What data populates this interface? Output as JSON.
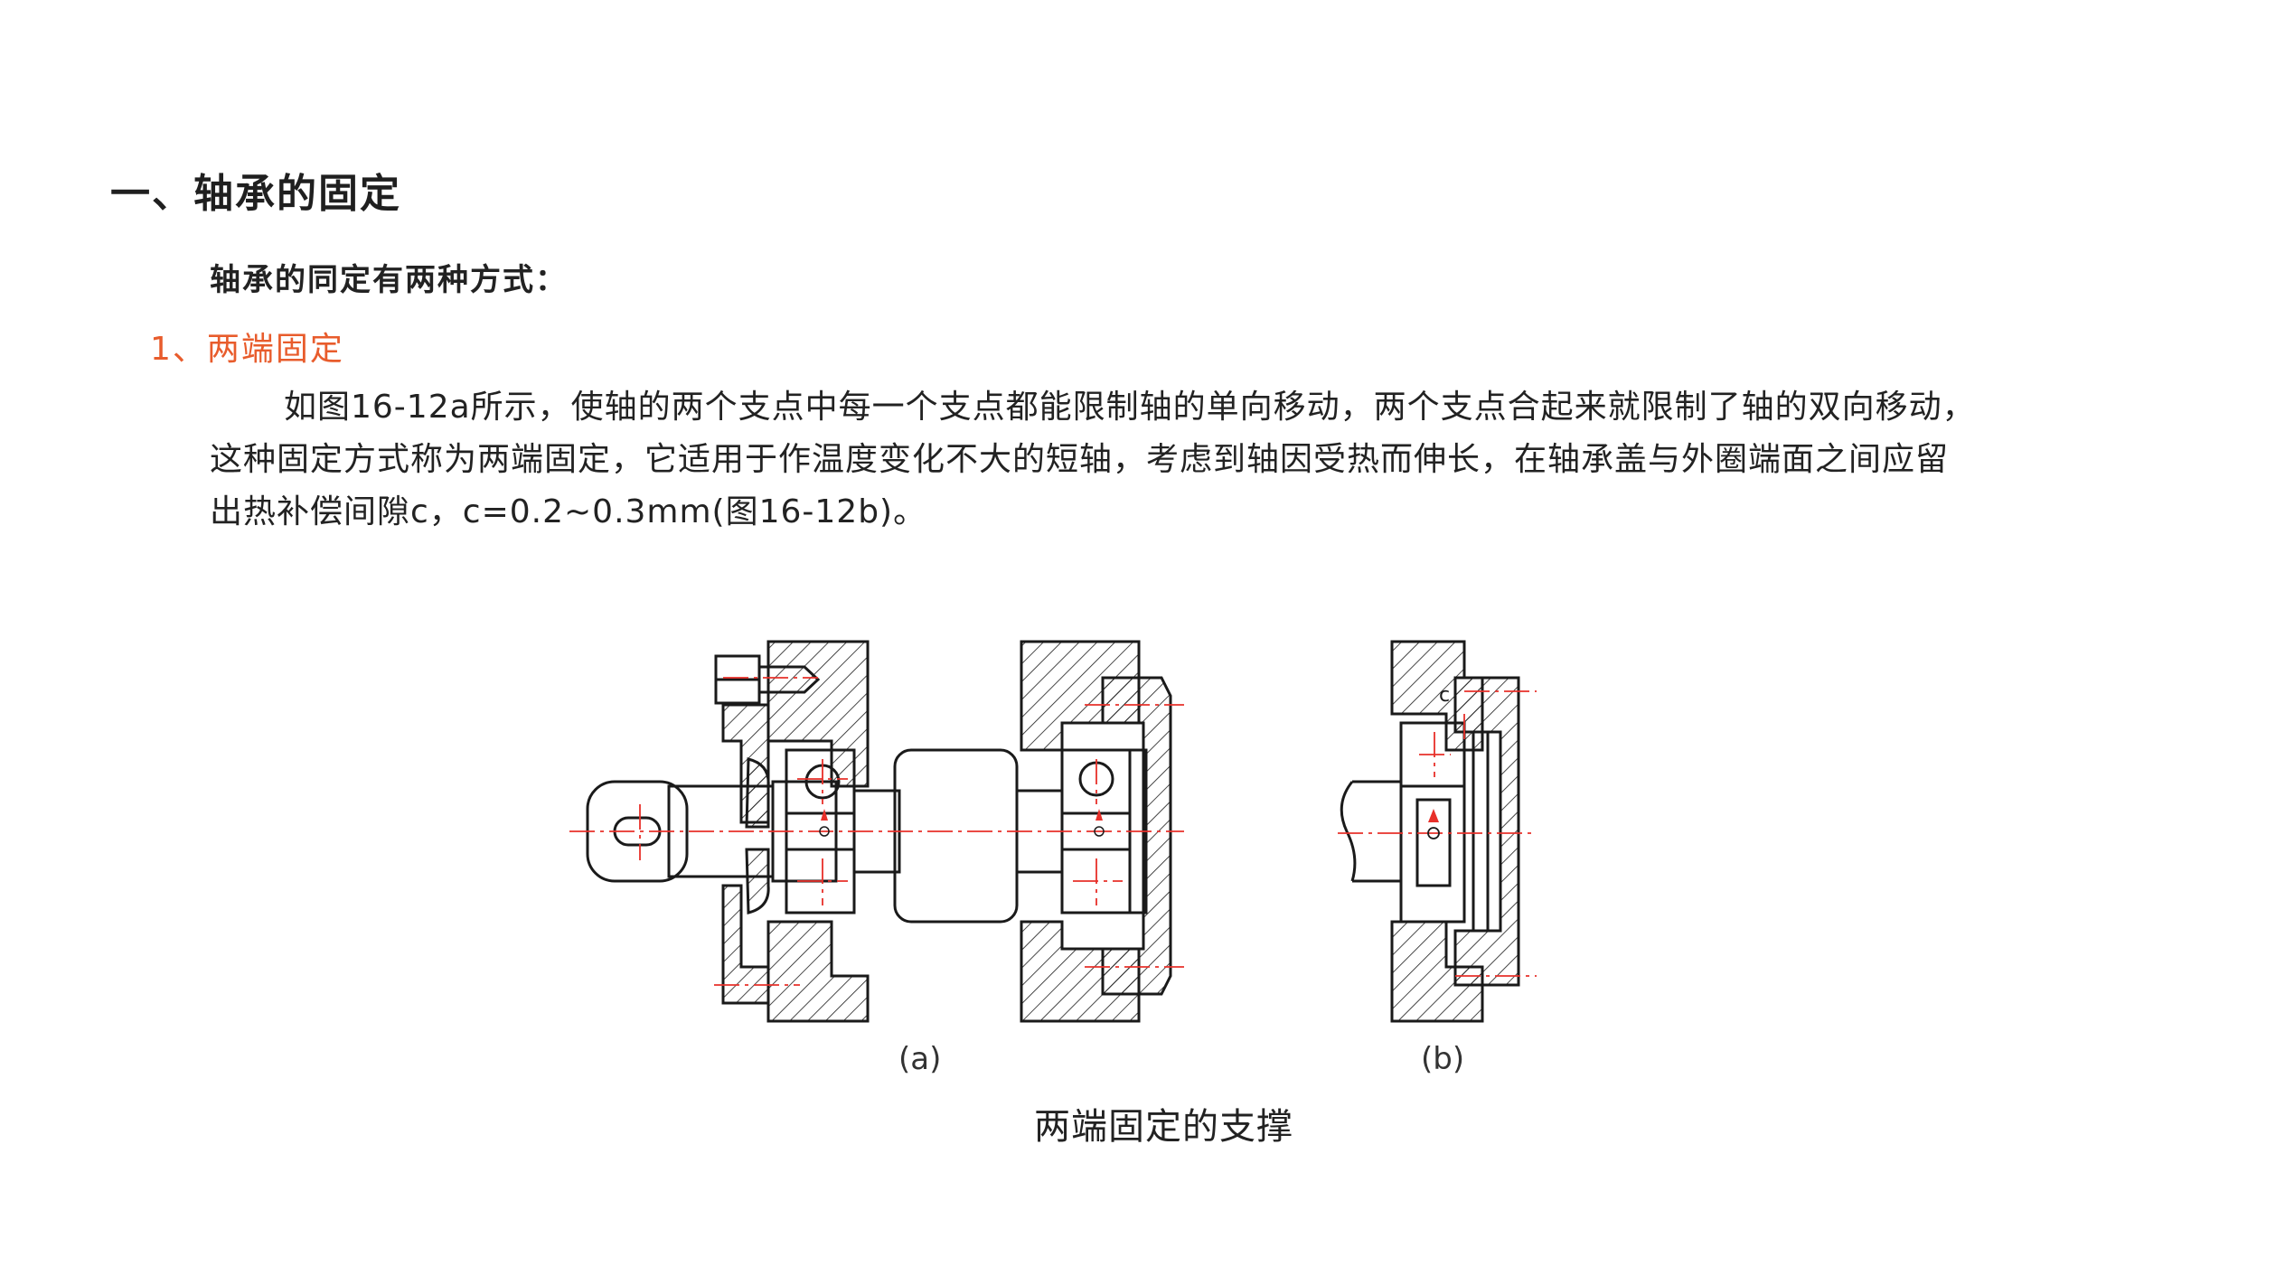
{
  "section_heading": "一、轴承的固定",
  "intro_text": "轴承的同定有两种方式：",
  "subsection_heading": "1、两端固定",
  "paragraph": {
    "line1": "如图16-12a所示，使轴的两个支点中每一个支点都能限制轴的单向移动，两个支点合起来就限制了轴的双向移动，",
    "line2": "这种固定方式称为两端固定，它适用于作温度变化不大的短轴，考虑到轴因受热而伸长，在轴承盖与外圈端面之间应留",
    "line3": "出热补偿间隙c，c=0.2~0.3mm(图16-12b)。"
  },
  "figure": {
    "label_a": "(a)",
    "label_b": "(b)",
    "gap_label": "c",
    "caption": "两端固定的支撑"
  },
  "colors": {
    "accent": "#e85c2c",
    "centerline": "#e8302a",
    "drawing": "#1a1a1a"
  }
}
